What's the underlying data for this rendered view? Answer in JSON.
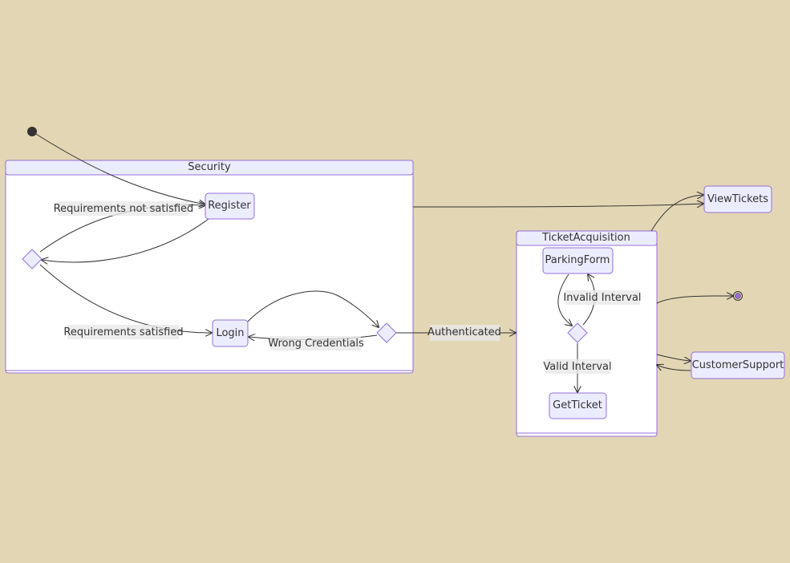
{
  "diagram": {
    "composites": {
      "security": "Security",
      "ticket_acquisition": "TicketAcquisition"
    },
    "states": {
      "register": "Register",
      "login": "Login",
      "view_tickets": "ViewTickets",
      "parking_form": "ParkingForm",
      "get_ticket": "GetTicket",
      "customer_support": "CustomerSupport"
    },
    "transitions": {
      "requirements_not_satisfied": "Requirements not satisfied",
      "requirements_satisfied": "Requirements satisfied",
      "wrong_credentials": "Wrong Credentials",
      "authenticated": "Authenticated",
      "invalid_interval": "Invalid Interval",
      "valid_interval": "Valid Interval"
    },
    "colors": {
      "background": "#e3d6b4",
      "node_fill": "#ececff",
      "node_stroke": "#9370db",
      "edge": "#333333"
    }
  }
}
